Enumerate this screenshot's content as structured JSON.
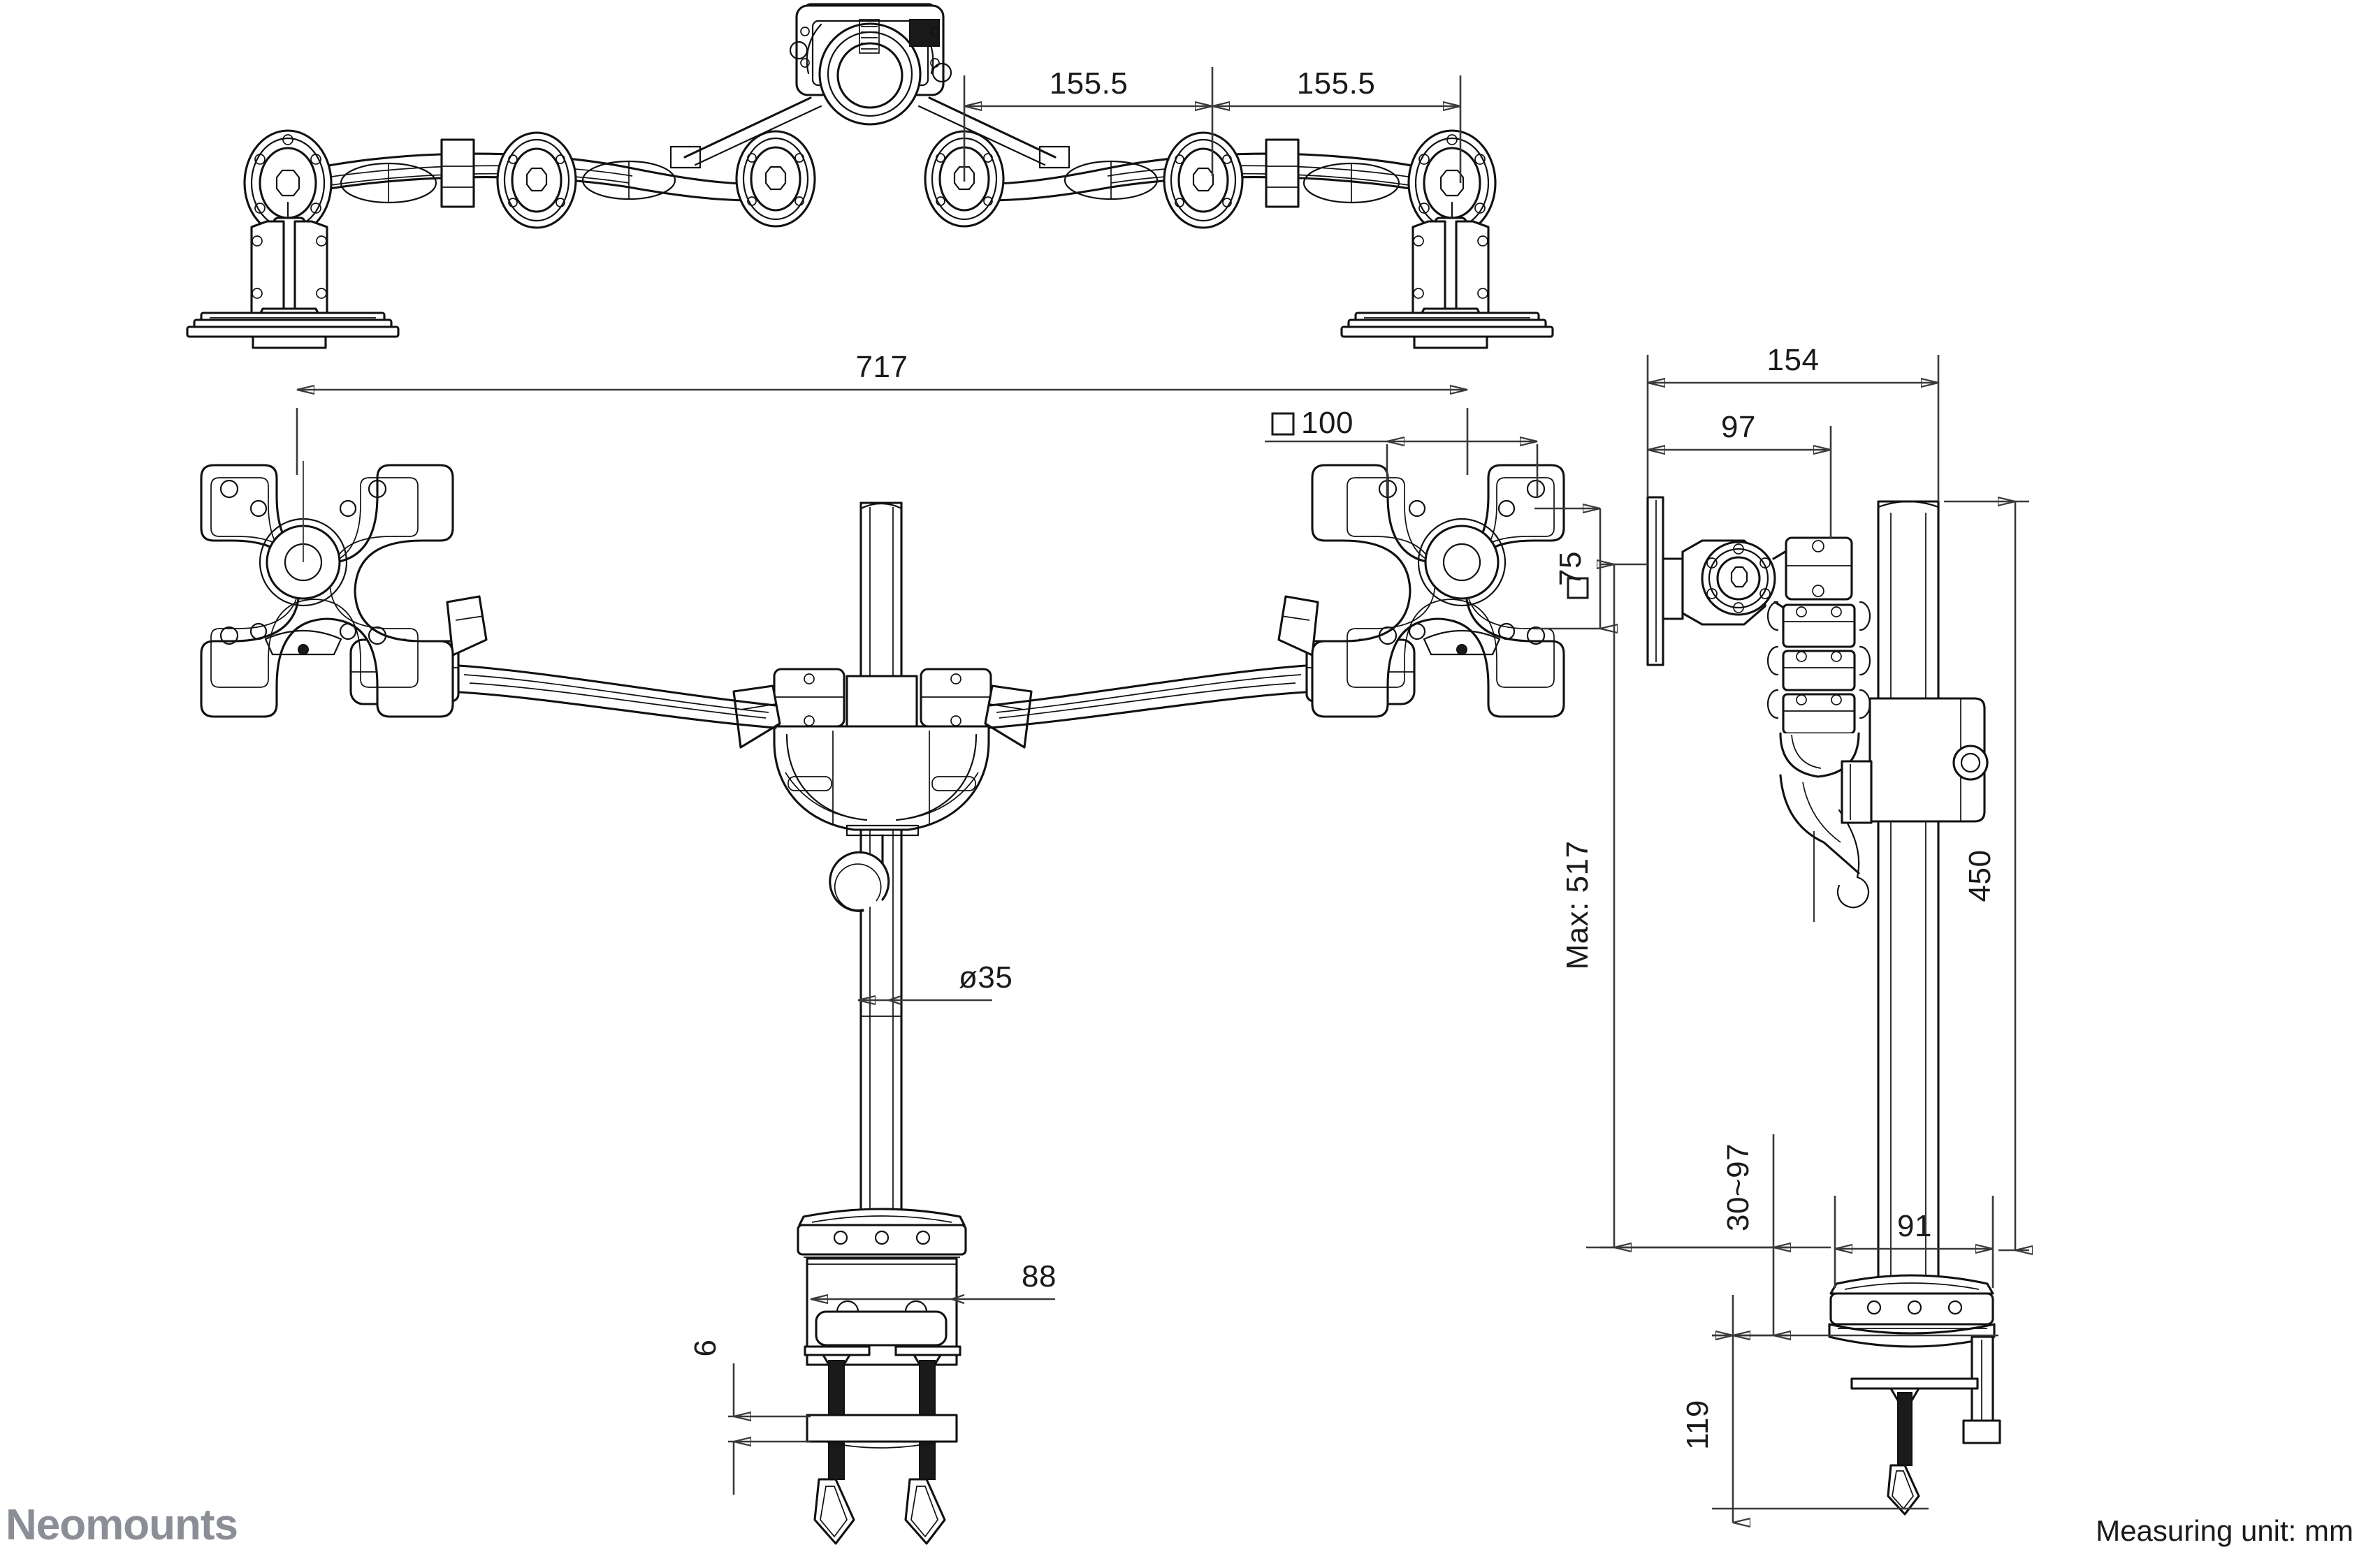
{
  "document": {
    "type": "technical-dimension-drawing",
    "product": "dual monitor desk mount with clamp",
    "brand": "Neomounts",
    "unit_note": "Measuring unit: mm"
  },
  "views": {
    "top": {
      "name": "top-view"
    },
    "front": {
      "name": "front-view"
    },
    "side": {
      "name": "side-view"
    }
  },
  "dimensions": {
    "top_left_offset": "155.5",
    "top_right_offset": "155.5",
    "overall_width": "717",
    "vesa_horizontal": "100",
    "vesa_vertical": "75",
    "pole_diameter": "ø35",
    "clamp_width": "88",
    "desk_lip": "6",
    "side_depth_outer": "154",
    "side_depth_inner": "97",
    "max_height": "Max: 517",
    "pole_height": "450",
    "clamp_range": "30~97",
    "clamp_base_width": "91",
    "clamp_drop": "119"
  },
  "symbols": {
    "square_prefix": "□",
    "diameter_prefix": "ø"
  },
  "colors": {
    "line": "#111111",
    "dimension": "#3a3a3a",
    "brand_gray": "#8b8e96",
    "background": "#ffffff"
  }
}
